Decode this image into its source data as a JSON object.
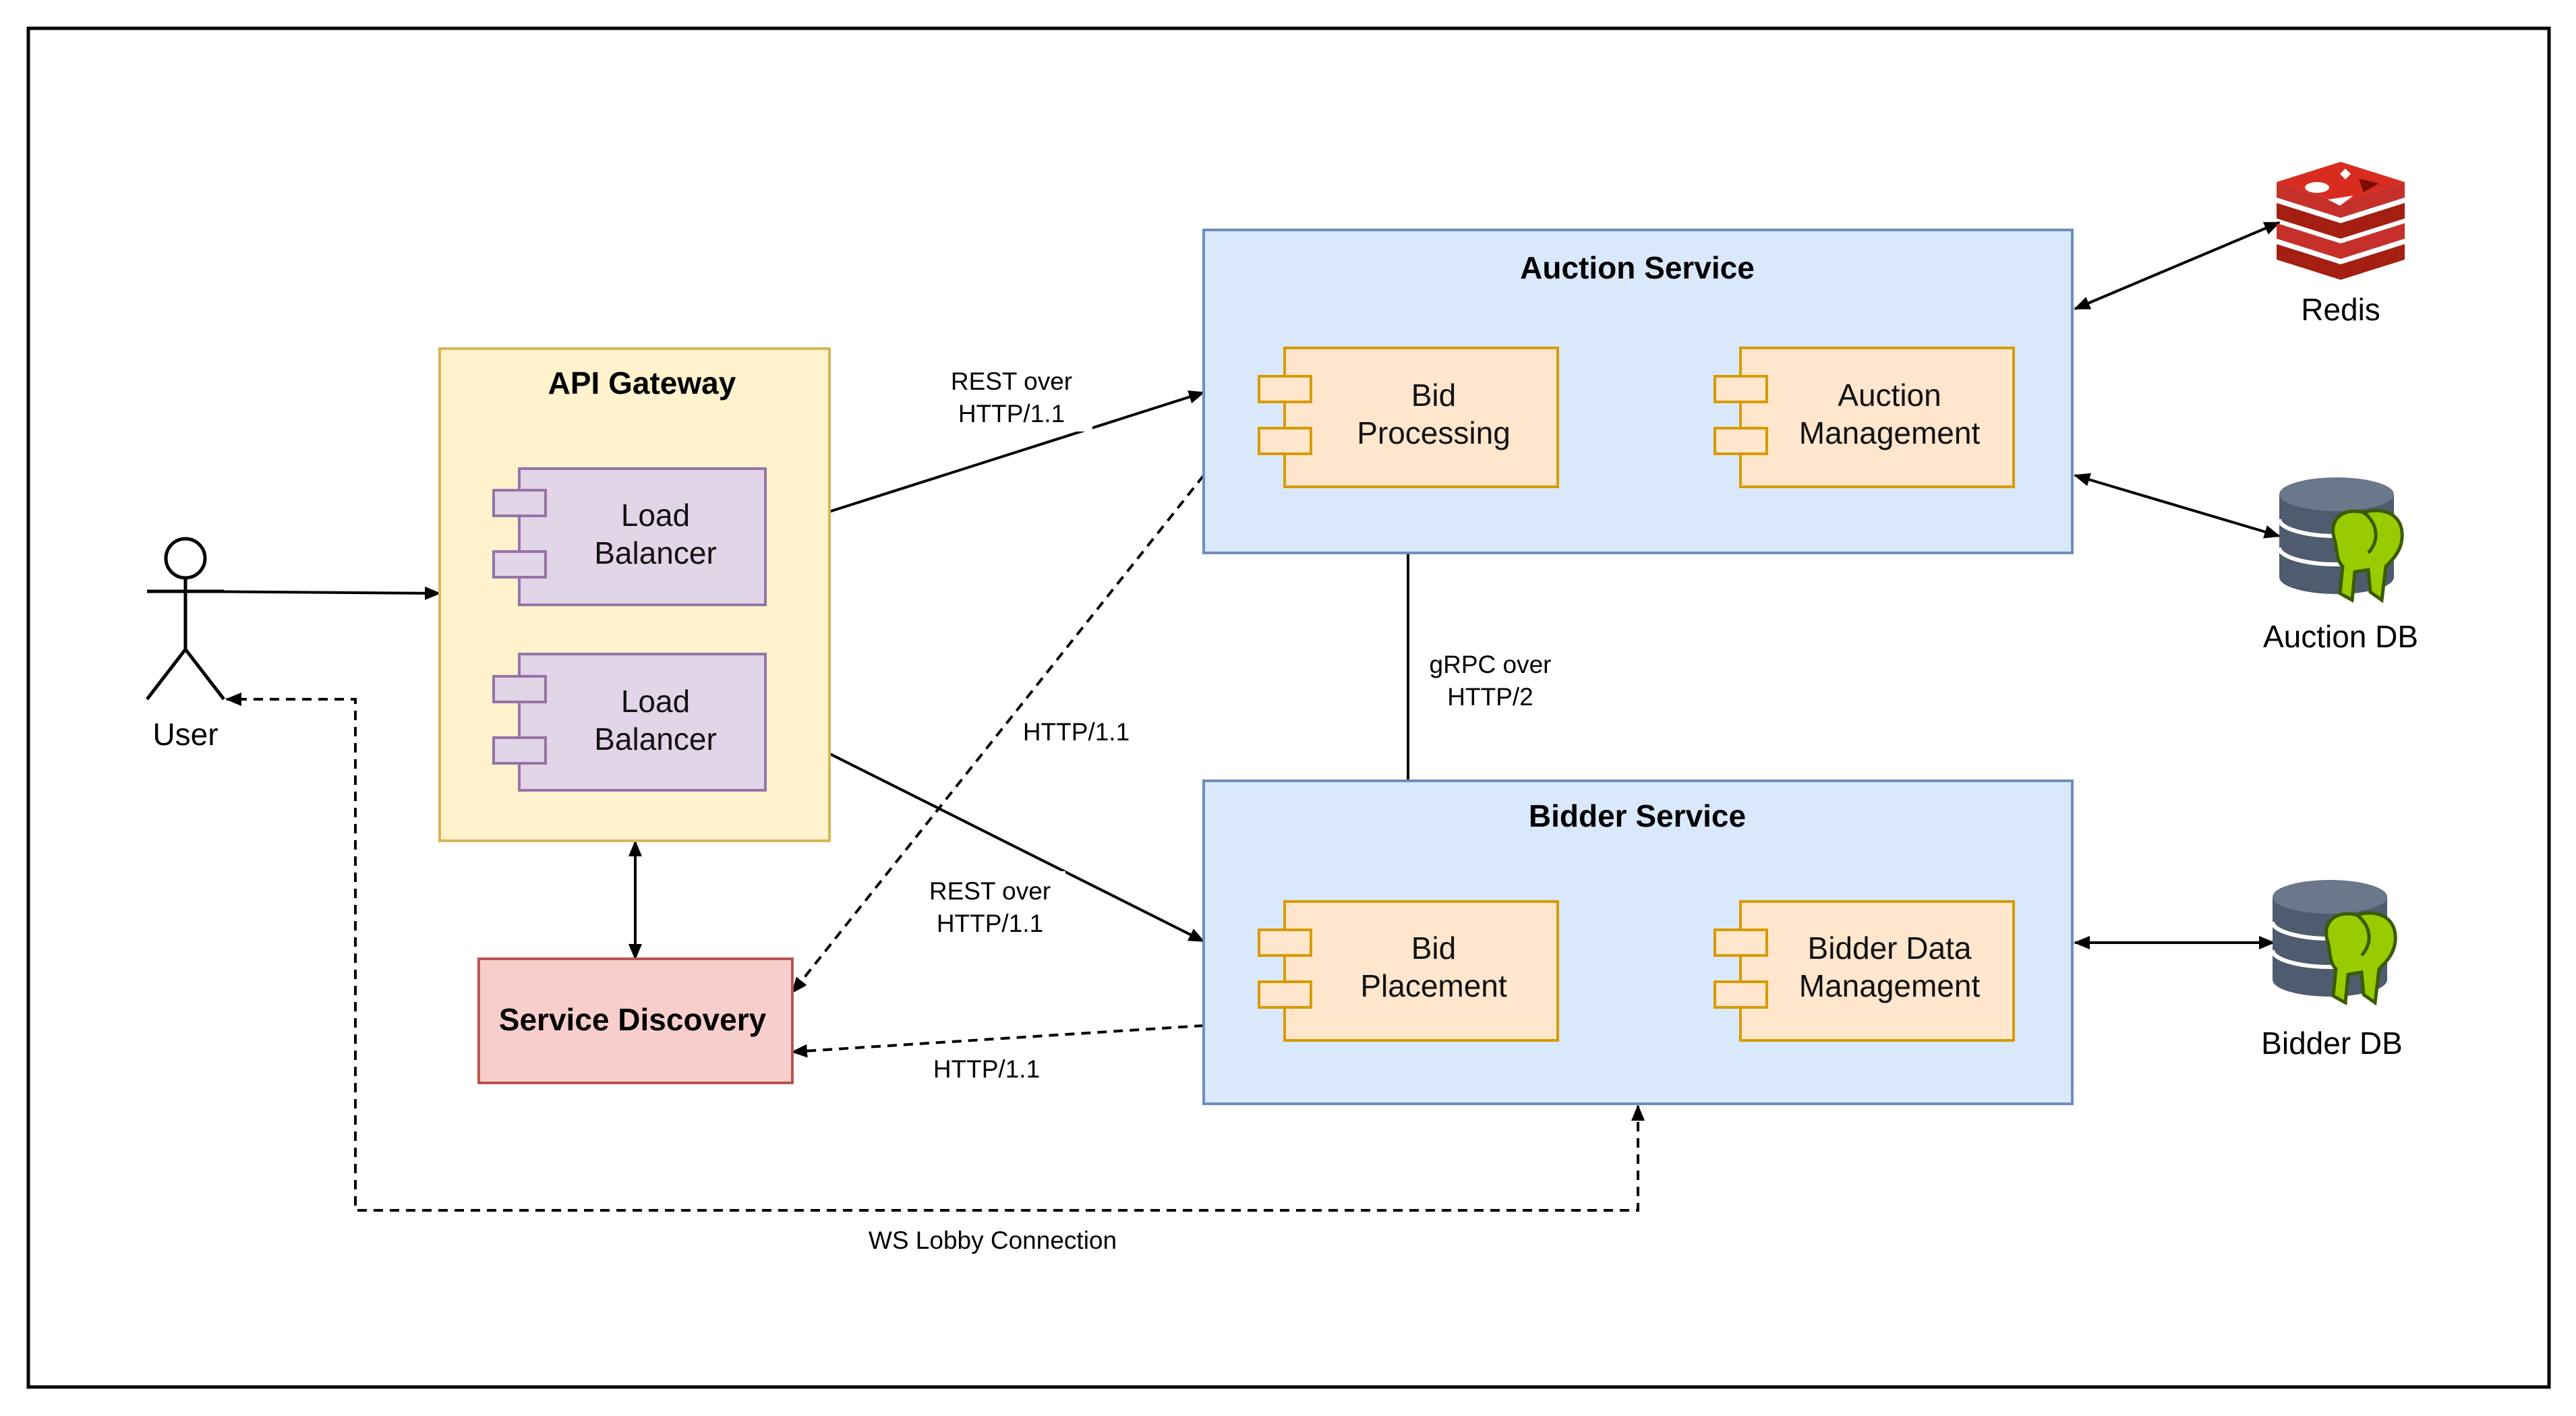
{
  "actor": {
    "label": "User"
  },
  "api_gateway": {
    "title": "API Gateway",
    "load_balancers": [
      {
        "line1": "Load",
        "line2": "Balancer"
      },
      {
        "line1": "Load",
        "line2": "Balancer"
      }
    ]
  },
  "service_discovery": {
    "title": "Service Discovery"
  },
  "auction_service": {
    "title": "Auction Service",
    "components": [
      {
        "line1": "Bid",
        "line2": "Processing"
      },
      {
        "line1": "Auction",
        "line2": "Management"
      }
    ]
  },
  "bidder_service": {
    "title": "Bidder Service",
    "components": [
      {
        "line1": "Bid",
        "line2": "Placement"
      },
      {
        "line1": "Bidder Data",
        "line2": "Management"
      }
    ]
  },
  "datastores": {
    "redis": "Redis",
    "auction_db": "Auction DB",
    "bidder_db": "Bidder DB"
  },
  "edges": {
    "rest_auction": {
      "line1": "REST over",
      "line2": "HTTP/1.1"
    },
    "rest_bidder": {
      "line1": "REST over",
      "line2": "HTTP/1.1"
    },
    "grpc": {
      "line1": "gRPC over",
      "line2": "HTTP/2"
    },
    "auction_to_discovery": "HTTP/1.1",
    "bidder_to_discovery": "HTTP/1.1",
    "ws_lobby": "WS Lobby Connection"
  },
  "colors": {
    "gateway_fill": "#fff2cc",
    "gateway_stroke": "#d6b656",
    "lb_fill": "#e1d5e7",
    "lb_stroke": "#9673a6",
    "service_fill": "#dae8fc",
    "service_stroke": "#6c8ebf",
    "component_fill": "#ffe6cc",
    "component_stroke": "#d79b00",
    "discovery_fill": "#f8cecc",
    "discovery_stroke": "#b85450",
    "redis_red": "#c6302b",
    "db_gray": "#4f5b6e",
    "pg_green": "#99cc00"
  }
}
